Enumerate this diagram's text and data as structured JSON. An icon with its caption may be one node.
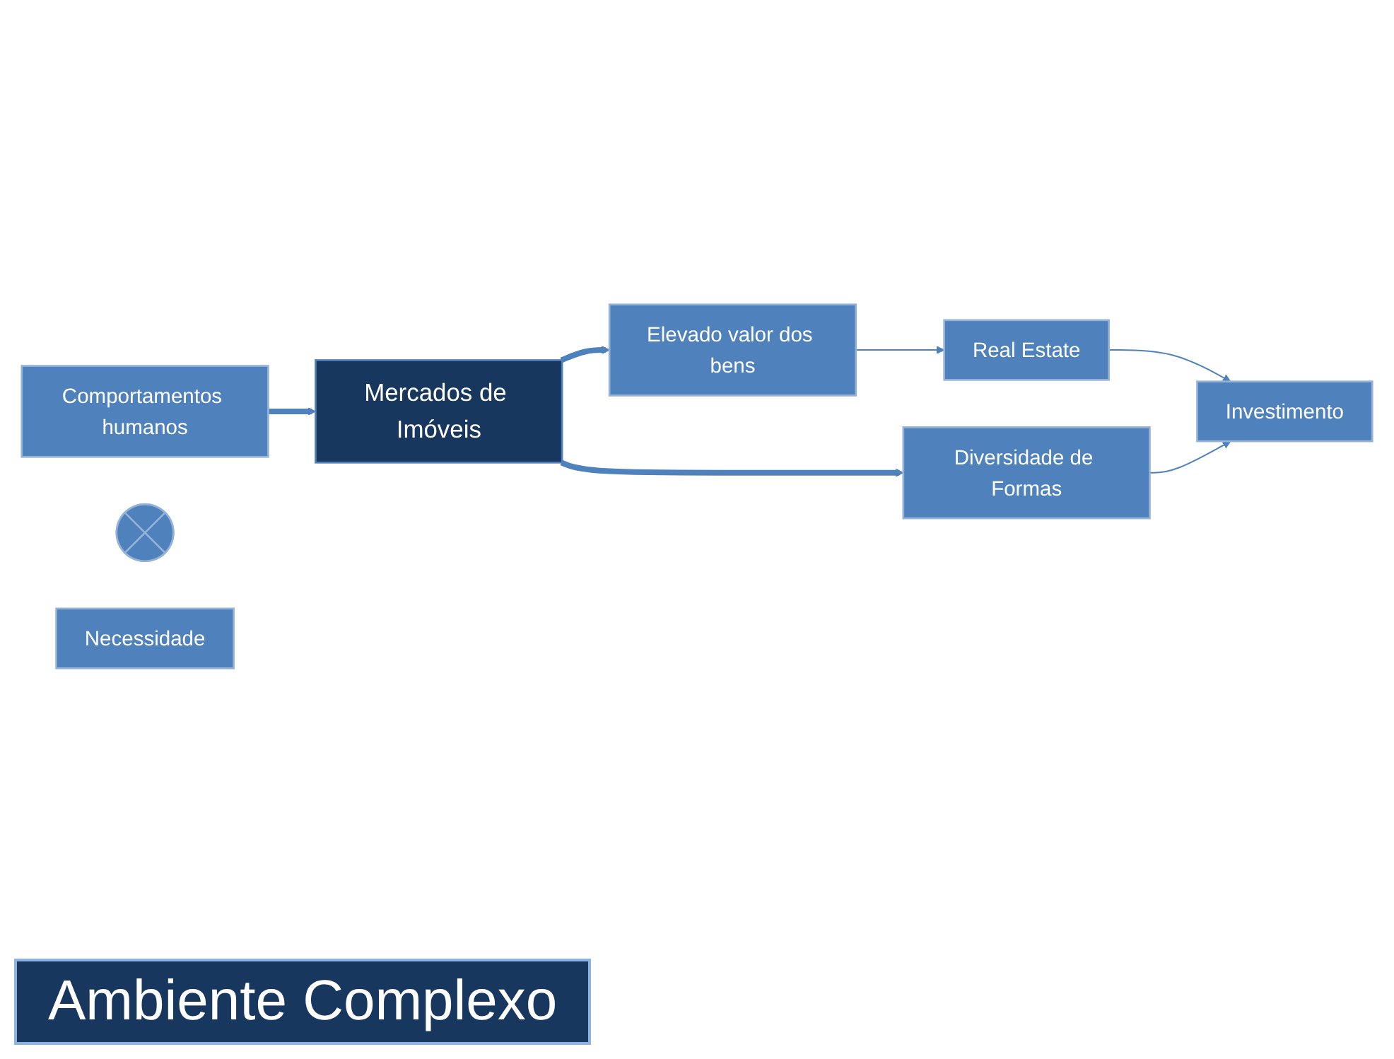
{
  "diagram": {
    "title": "Ambiente Complexo",
    "nodes": [
      {
        "text": [
          "Mercados de Imóveis"
        ]
      },
      {
        "text": [
          "Comportamentos humanos"
        ]
      },
      {
        "text": [
          "Elevado valor dos bens"
        ]
      },
      {
        "text": [
          "Real Estate"
        ]
      },
      {
        "text": [
          "Diversidade de Formas"
        ]
      },
      {
        "text": [
          "Investimento"
        ]
      },
      {
        "text": [],
        "shape": "cross"
      },
      {
        "text": [
          "Necessidade"
        ]
      }
    ],
    "edges": [
      {
        "from": 1,
        "to": 0,
        "arrow": "to",
        "style": "thick"
      },
      {
        "from": 0,
        "to": 2,
        "arrow": "to",
        "style": "thick"
      },
      {
        "from": 0,
        "to": 4,
        "arrow": "to",
        "style": "thick"
      },
      {
        "from": 2,
        "to": 3,
        "arrow": "to"
      },
      {
        "from": 3,
        "to": 5,
        "arrow": "to"
      },
      {
        "from": 4,
        "to": 5,
        "arrow": "to"
      }
    ]
  }
}
